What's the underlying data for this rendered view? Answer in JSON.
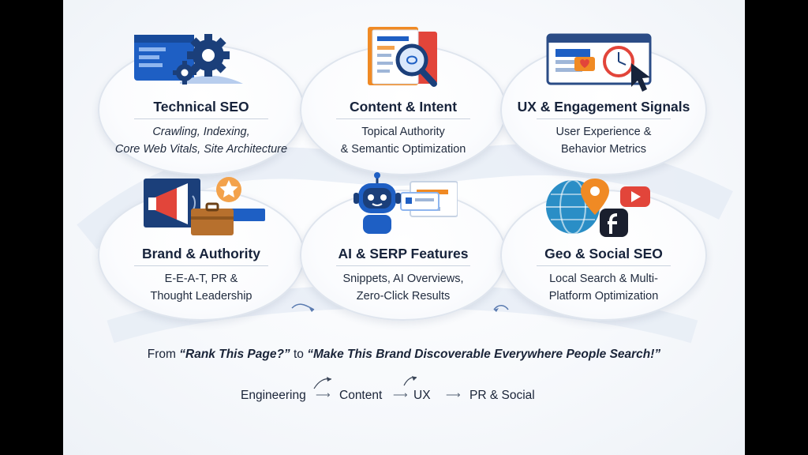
{
  "cards": [
    {
      "title": "Technical SEO",
      "lines": [
        "Crawling, Indexing,",
        "Core Web Vitals, Site Architecture"
      ],
      "icon": "gears-browser-icon"
    },
    {
      "title": "Content & Intent",
      "lines": [
        "Topical Authority",
        "& Semantic Optimization"
      ],
      "icon": "document-magnifier-icon"
    },
    {
      "title": "UX & Engagement Signals",
      "lines": [
        "User Experience &",
        "Behavior Metrics"
      ],
      "icon": "browser-cursor-icon"
    },
    {
      "title": "Brand & Authority",
      "lines": [
        "E-E-A-T, PR &",
        "Thought Leadership"
      ],
      "icon": "megaphone-briefcase-icon"
    },
    {
      "title": "AI & SERP Features",
      "lines": [
        "Snippets, AI Overviews,",
        "Zero-Click Results"
      ],
      "icon": "robot-serp-icon"
    },
    {
      "title": "Geo & Social SEO",
      "lines": [
        "Local Search & Multi-",
        "Platform Optimization"
      ],
      "icon": "globe-pin-social-icon"
    }
  ],
  "tagline": {
    "prefix": "From ",
    "quote1": "“Rank This Page?”",
    "middle": " to ",
    "quote2": "“Make This Brand Discoverable Everywhere People Search!”"
  },
  "flow": [
    "Engineering",
    "Content",
    "UX",
    "PR & Social"
  ],
  "colors": {
    "navy": "#17233b",
    "blue": "#1e5fc4",
    "orange": "#f08a24",
    "red": "#e2453a",
    "card_border": "#dfe5ee"
  }
}
